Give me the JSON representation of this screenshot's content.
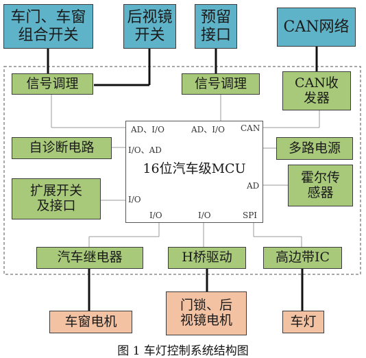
{
  "colors": {
    "external": "#5fb3c8",
    "module": "#a9c97a",
    "actuator": "#f2c2a3",
    "boundary": "#888888"
  },
  "external": {
    "door_window_switch": "车门、车窗\n组合开关",
    "mirror_switch": "后视镜\n开关",
    "reserved_port": "预留\n接口",
    "can_network": "CAN网络"
  },
  "modules": {
    "signal_cond_left": "信号调理",
    "signal_cond_right": "信号调理",
    "can_transceiver": "CAN收\n发器",
    "self_diag": "自诊断电路",
    "multi_power": "多路电源",
    "ext_switch": "扩展开关\n及接口",
    "hall_sensor": "霍尔传\n感器",
    "relay": "汽车继电器",
    "hbridge": "H桥驱动",
    "highside_ic": "高边带IC"
  },
  "mcu": {
    "label": "16位汽车级MCU",
    "ports": {
      "top_left": "AD、I/O",
      "top_mid": "AD、I/O",
      "top_right": "CAN",
      "left_upper": "I/O、AD",
      "left_lower": "I/O",
      "right": "AD",
      "bottom_left": "I/O",
      "bottom_mid": "I/O",
      "bottom_right": "SPI"
    }
  },
  "actuators": {
    "window_motor": "车窗电机",
    "lock_mirror_motor": "门锁、后\n视镜电机",
    "lamp": "车灯"
  },
  "caption": "图 1  车灯控制系统结构图"
}
